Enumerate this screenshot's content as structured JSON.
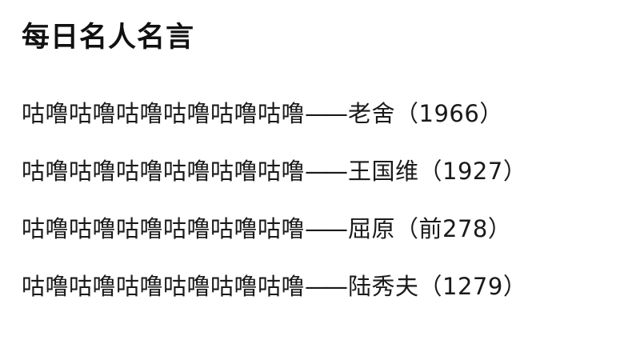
{
  "header": {
    "title": "每日名人名言"
  },
  "quotes": [
    {
      "text": "咕噜咕噜咕噜咕噜咕噜咕噜",
      "dash": "——",
      "author": "老舍",
      "year": "（1966）"
    },
    {
      "text": "咕噜咕噜咕噜咕噜咕噜咕噜",
      "dash": "——",
      "author": "王国维",
      "year": "（1927）"
    },
    {
      "text": "咕噜咕噜咕噜咕噜咕噜咕噜",
      "dash": "——",
      "author": "屈原",
      "year": "（前278）"
    },
    {
      "text": "咕噜咕噜咕噜咕噜咕噜咕噜",
      "dash": "——",
      "author": "陆秀夫",
      "year": "（1279）"
    }
  ]
}
